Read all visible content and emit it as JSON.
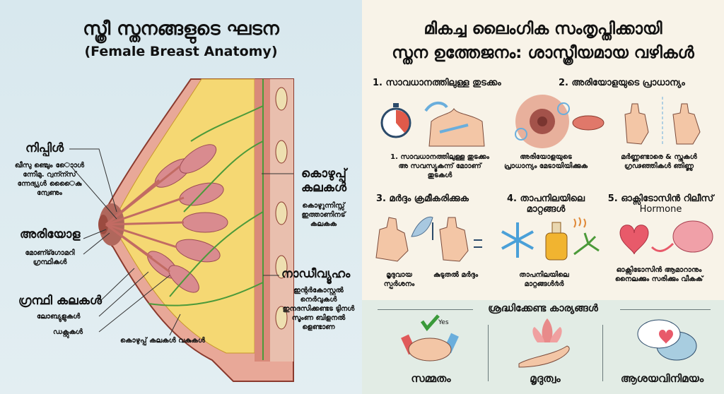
{
  "left": {
    "title": "സ്ത്രീ സ്തനങ്ങളുടെ ഘടന",
    "subtitle": "(Female Breast Anatomy)",
    "labels": {
      "nipple": "നിപ്പിൾ",
      "nipple_desc": "ഖീസു ഞ്ചെും ൊോൾ ന്നേീമു. റ്വന്ന്സ് ന്നേദ്യ്യൾ ൈൈകു ന്വേണും",
      "areola": "അരിയോള",
      "areola_desc": "മോണ്ട്ഗോമറി ഗ്രന്ഥികൾ",
      "glandular": "ഗ്രന്ഥി കലകൾ",
      "lobules": "ലോബ്യുളുകൾ",
      "ducts": "ഡക്റ്റുകൾ",
      "fat_bottom": "കൊഴുപ്പ് കലകൾ വകുകൾ",
      "fat": "കൊഴുപ്പ് കലകൾ",
      "fat_desc": "കൊഴുുന്നിസ്സ് ഇത്താണിനട് കലകക",
      "nerves": "നാഡീവ്യൂഹം",
      "nerves_desc": "ഇന്റർകോസ്റ്റൽ നെർവുകൾ ഇനദസിക്കണ്ടട ടിുനൾ സൂംണ ബിളനൽ ളെണ്ടാണ"
    }
  },
  "right": {
    "title_line1": "മികച്ച ലൈംഗിക സംതൃപ്തിക്കായി",
    "title_line2": "സ്തന ഉത്തേജനം: ശാസ്ത്രീയമായ വഴികൾ",
    "steps": [
      {
        "heading": "1. സാവധാനത്തിലുള്ള തുടക്കം",
        "desc": "1. സാവധാനത്തിലുള്ള തുടക്കം അ സവസ്യൂകന്ന് മോാണ് തുടകൾ"
      },
      {
        "heading": "2. അരിയോളയുടെ പ്രാധാന്യം",
        "desc": "അരിയോളയുടെ പ്രാധാന്യം മേടായിയിക്കുക",
        "desc2": "മർണ്ണണ്ടാരെ & സ്നുകൾ ഗ്രഢഞ്ഞികൾ ഞിണ്ണു"
      },
      {
        "heading": "3. മർദ്ദം ക്രമീകരിക്കുക",
        "desc": "മൃദുവായ സ്പർശനം",
        "desc2": "കുടുതൽ മർദ്ദം"
      },
      {
        "heading": "4. താപനിലയിലെ മാറ്റങ്ങൾ",
        "desc": "താപനിലയിലെ മാറ്റങ്ങൾ൪ർ"
      },
      {
        "heading": "5. ഓക്സിടോസിൻ റിലീസ്",
        "heading2": "Hormone",
        "desc": "ഓക്സിടോസിൻ ആമാറാനും നൈലക്കും സരിക്കും വീകക്"
      }
    ],
    "important": {
      "heading": "ശ്രദ്ധിക്കേണ്ട കാര്യങ്ങൾ",
      "yes": "Yes",
      "items": [
        "സമ്മതം",
        "മൃദുത്വം",
        "ആശയവിനിമയം"
      ]
    }
  }
}
